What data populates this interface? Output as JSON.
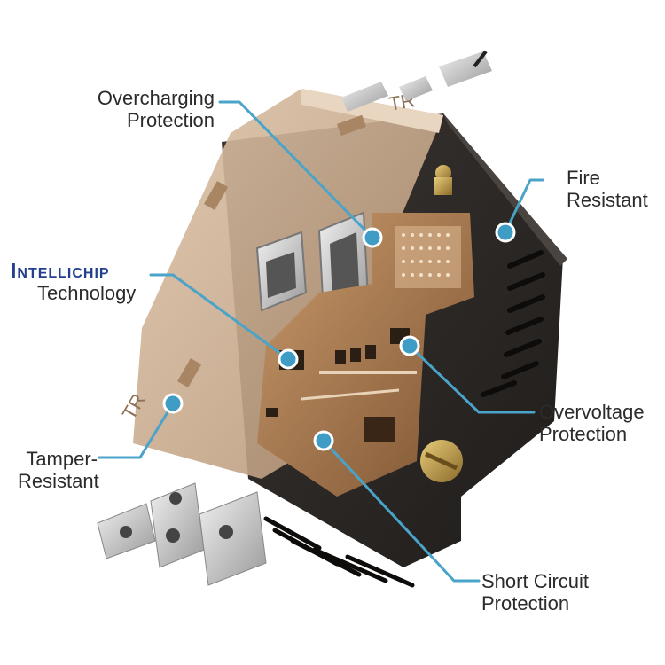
{
  "brand": {
    "logo_text": "Intellichip",
    "subtitle": "Technology"
  },
  "callouts": {
    "overcharging": [
      "Overcharging",
      "Protection"
    ],
    "fire": [
      "Fire",
      "Resistant"
    ],
    "overvoltage": [
      "Overvoltage",
      "Protection"
    ],
    "tamper": [
      "Tamper-",
      "Resistant"
    ],
    "short_circuit": [
      "Short Circuit",
      "Protection"
    ]
  },
  "colors": {
    "callout_line": "#4aa3c8",
    "callout_dot": "#3f9cc4",
    "brand": "#23408e",
    "housing": "#2a2623",
    "faceplate": "#c9ab8c",
    "copper": "#b07a4c",
    "metal": "#c8c8c8"
  }
}
